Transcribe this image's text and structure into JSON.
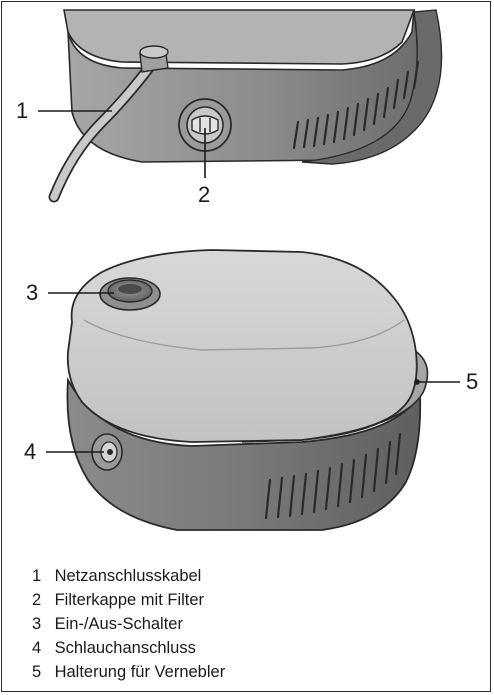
{
  "callouts": [
    {
      "number": "1"
    },
    {
      "number": "2"
    },
    {
      "number": "3"
    },
    {
      "number": "4"
    },
    {
      "number": "5"
    }
  ],
  "legend": [
    {
      "number": "1",
      "label": "Netzanschlusskabel"
    },
    {
      "number": "2",
      "label": "Filterkappe mit Filter"
    },
    {
      "number": "3",
      "label": "Ein-/Aus-Schalter"
    },
    {
      "number": "4",
      "label": "Schlauchanschluss"
    },
    {
      "number": "5",
      "label": "Halterung für Vernebler"
    }
  ],
  "colors": {
    "housing_light": "#c9c9c9",
    "housing_dark": "#7d7d7d",
    "outline": "#2a2a2a"
  }
}
